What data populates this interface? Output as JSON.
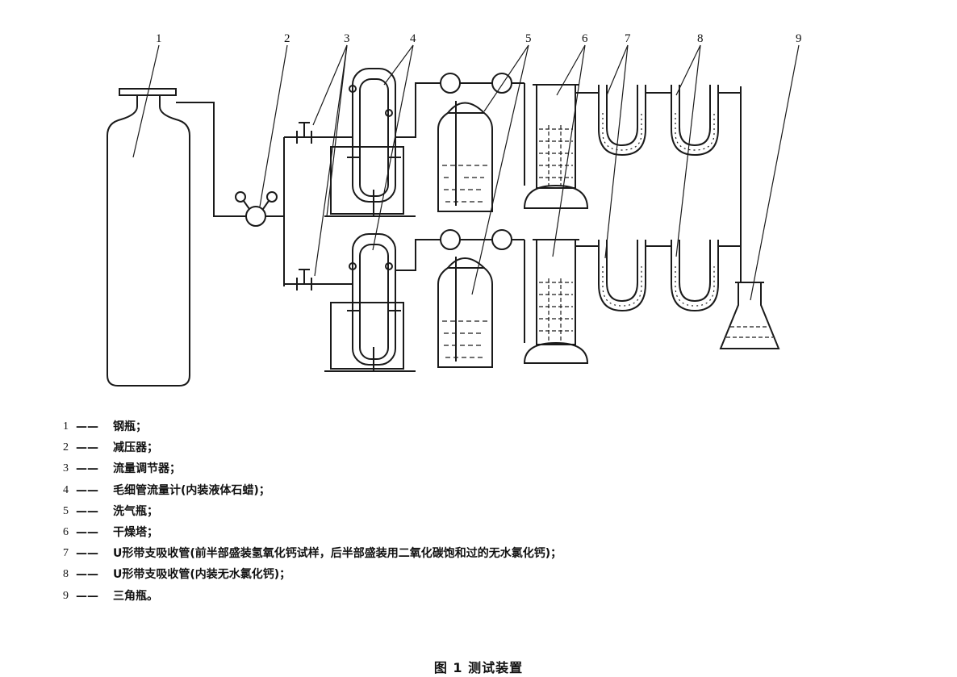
{
  "labels": [
    "1",
    "2",
    "3",
    "4",
    "5",
    "6",
    "7",
    "8",
    "9"
  ],
  "legend": [
    {
      "num": "1",
      "dash": "——",
      "text": "钢瓶；"
    },
    {
      "num": "2",
      "dash": "——",
      "text": "减压器；"
    },
    {
      "num": "3",
      "dash": "——",
      "text": "流量调节器；"
    },
    {
      "num": "4",
      "dash": "——",
      "text": "毛细管流量计(内装液体石蜡)；"
    },
    {
      "num": "5",
      "dash": "——",
      "text": "洗气瓶；"
    },
    {
      "num": "6",
      "dash": "——",
      "text": "干燥塔；"
    },
    {
      "num": "7",
      "dash": "——",
      "text": "U形带支吸收管(前半部盛装氢氧化钙试样，后半部盛装用二氧化碳饱和过的无水氯化钙)；"
    },
    {
      "num": "8",
      "dash": "——",
      "text": "U形带支吸收管(内装无水氯化钙)；"
    },
    {
      "num": "9",
      "dash": "——",
      "text": "三角瓶。"
    }
  ],
  "caption": "图 1   测试装置"
}
